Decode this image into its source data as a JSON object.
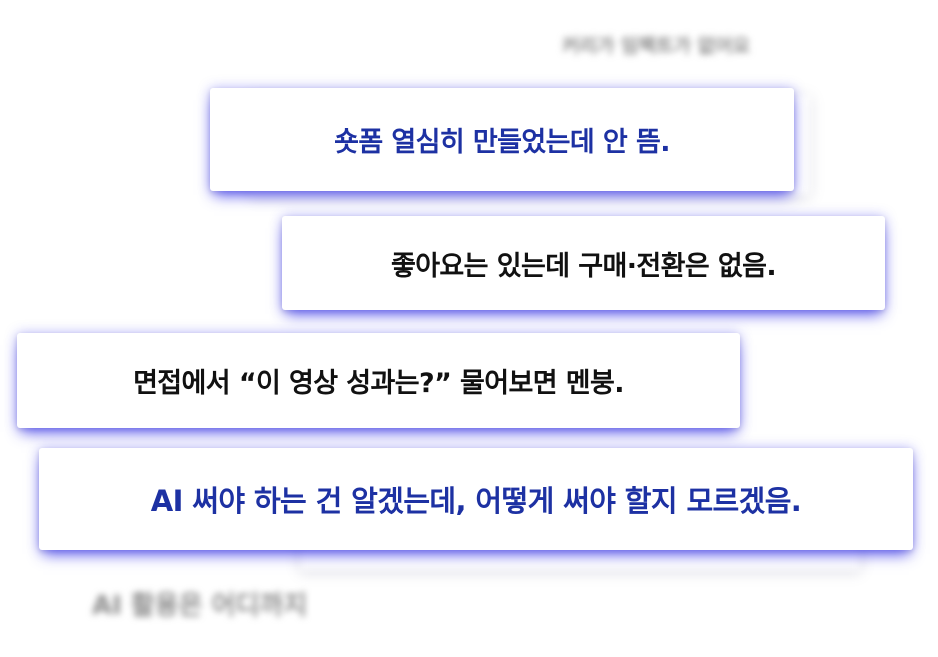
{
  "blurred_top_text": "커리가 임팩트가 없어요",
  "cards": [
    {
      "text": "숏폼 열심히 만들었는데 안 뜸.",
      "color": "#1d31a3"
    },
    {
      "text": "좋아요는 있는데 구매·전환은 없음.",
      "color": "#111111"
    },
    {
      "text": "면접에서 “이 영상 성과는?” 물어보면 멘붕.",
      "color": "#111111"
    },
    {
      "text": "AI 써야 하는 건 알겠는데, 어떻게 써야 할지 모르겠음.",
      "color": "#1d31a3"
    }
  ],
  "blurred_bottom_text": "AI 활용은 어디까지",
  "colors": {
    "accent_blue": "#1d31a3",
    "glow": "#4844eb",
    "background": "#ffffff"
  }
}
